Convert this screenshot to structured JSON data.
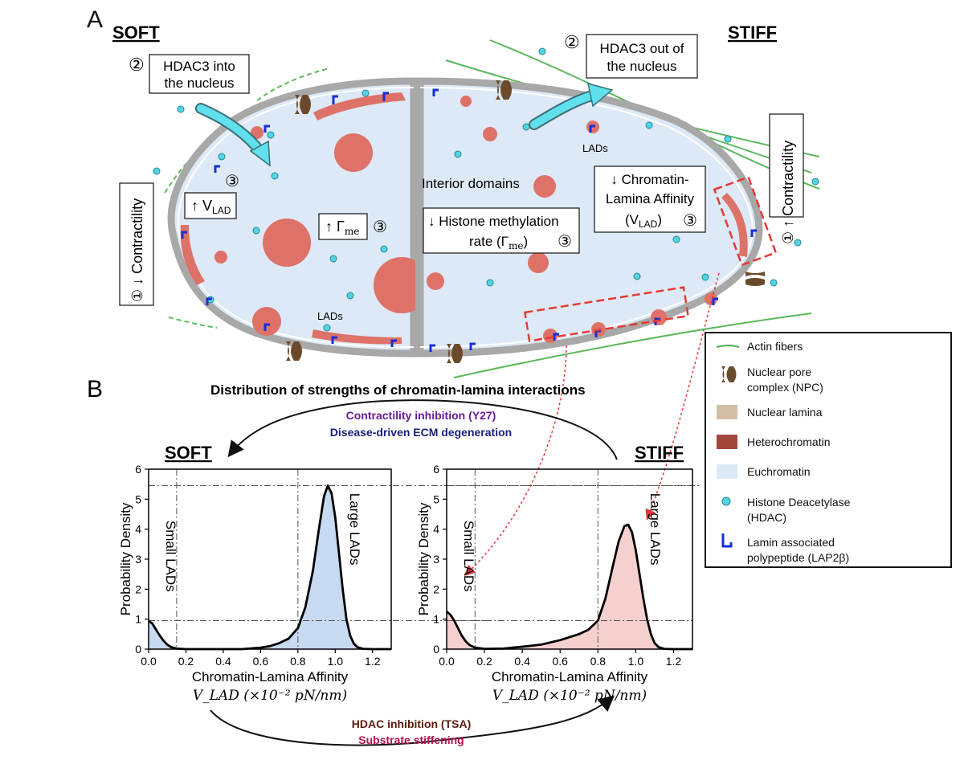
{
  "panel_a": {
    "label": "A",
    "soft_title": "SOFT",
    "stiff_title": "STIFF",
    "step2_soft_num": "②",
    "step2_soft_line1": "HDAC3 into",
    "step2_soft_line2": "the nucleus",
    "step2_stiff_num": "②",
    "step2_stiff_line1": "HDAC3 out of",
    "step2_stiff_line2": "the nucleus",
    "soft_contractility": "① ↓ Contractility",
    "stiff_contractility": "① ↑ Contractility",
    "vlad_up": "↑ V",
    "vlad_up_sub": "LAD",
    "gamma_up": "↑ Γ",
    "gamma_up_sub": "me",
    "step3": "③",
    "interior_domains": "Interior domains",
    "histone_line1": "↓ Histone methylation",
    "histone_line2": "rate (Γ",
    "histone_sub": "me",
    "histone_close": ")",
    "chromatin_line1": "↓ Chromatin-",
    "chromatin_line2": "Lamina Affinity",
    "chromatin_line3": "(V",
    "chromatin_sub": "LAD",
    "chromatin_close": ")",
    "lads_soft": "LADs",
    "lads_stiff": "LADs"
  },
  "legend": {
    "items": [
      {
        "line1": "Actin fibers",
        "line2": "",
        "icon": "actin-line",
        "color": "#4caf50"
      },
      {
        "line1": "Nuclear pore",
        "line2": "complex (NPC)",
        "icon": "npc",
        "color": "#6b4a2b"
      },
      {
        "line1": "Nuclear lamina",
        "line2": "",
        "icon": "swatch",
        "color": "#d2bea5"
      },
      {
        "line1": "Heterochromatin",
        "line2": "",
        "icon": "swatch",
        "color": "#a5463c"
      },
      {
        "line1": "Euchromatin",
        "line2": "",
        "icon": "swatch",
        "color": "#dde9f6"
      },
      {
        "line1": "Histone Deacetylase",
        "line2": "(HDAC)",
        "icon": "dot",
        "color": "#55d3e0"
      },
      {
        "line1": "Lamin associated",
        "line2": "polypeptide (LAP2β)",
        "icon": "hook",
        "color": "#1530d8"
      }
    ]
  },
  "panel_b": {
    "label": "B",
    "title": "Distribution of strengths of chromatin-lamina interactions",
    "top_arrow_line1": "Contractility inhibition (Y27)",
    "top_arrow_line2": "Disease-driven ECM degeneration",
    "bottom_arrow_line1": "HDAC inhibition (TSA)",
    "bottom_arrow_line2": "Substrate stiffening",
    "colors": {
      "purple": "#6a1b9a",
      "navy": "#1a237e",
      "brown": "#5d1a0f",
      "magenta": "#b0154f"
    }
  },
  "chart_data": [
    {
      "type": "area",
      "title": "SOFT",
      "xlabel": "Chromatin-Lamina Affinity",
      "xunit": "V_LAD (×10⁻² pN/nm)",
      "ylabel": "Probability Density",
      "xlim": [
        0,
        1.3
      ],
      "ylim": [
        0,
        6
      ],
      "xticks": [
        "0.0",
        "0.2",
        "0.4",
        "0.6",
        "0.8",
        "1.0",
        "1.2"
      ],
      "yticks": [
        "0",
        "1",
        "2",
        "3",
        "4",
        "5",
        "6"
      ],
      "annotations": [
        "Small LADs",
        "Large LADs"
      ],
      "ref_vlines": [
        0.15,
        0.8
      ],
      "ref_hlines": [
        0.95,
        5.45
      ],
      "fill_color": "#c8d9f2",
      "x": [
        0.0,
        0.02,
        0.04,
        0.06,
        0.08,
        0.1,
        0.12,
        0.15,
        0.2,
        0.3,
        0.4,
        0.5,
        0.6,
        0.65,
        0.7,
        0.75,
        0.8,
        0.84,
        0.88,
        0.91,
        0.94,
        0.96,
        0.98,
        1.0,
        1.02,
        1.04,
        1.06,
        1.08,
        1.1,
        1.12,
        1.15,
        1.2,
        1.3
      ],
      "y": [
        0.95,
        0.85,
        0.65,
        0.45,
        0.28,
        0.15,
        0.07,
        0.02,
        0.0,
        0.0,
        0.0,
        0.0,
        0.05,
        0.1,
        0.2,
        0.35,
        0.7,
        1.4,
        2.6,
        3.9,
        5.1,
        5.45,
        5.2,
        4.4,
        3.2,
        2.0,
        1.0,
        0.45,
        0.18,
        0.06,
        0.01,
        0.0,
        0.0
      ]
    },
    {
      "type": "area",
      "title": "STIFF",
      "xlabel": "Chromatin-Lamina Affinity",
      "xunit": "V_LAD (×10⁻² pN/nm)",
      "ylabel": "Probability Density",
      "xlim": [
        0,
        1.3
      ],
      "ylim": [
        0,
        6
      ],
      "xticks": [
        "0.0",
        "0.2",
        "0.4",
        "0.6",
        "0.8",
        "1.0",
        "1.2"
      ],
      "yticks": [
        "0",
        "1",
        "2",
        "3",
        "4",
        "5",
        "6"
      ],
      "annotations": [
        "Small LADs",
        "Large LADs"
      ],
      "ref_vlines": [
        0.15,
        0.8
      ],
      "ref_hlines": [
        0.95,
        5.45
      ],
      "fill_color": "#f6cfcf",
      "x": [
        0.0,
        0.02,
        0.04,
        0.06,
        0.08,
        0.1,
        0.12,
        0.15,
        0.2,
        0.3,
        0.4,
        0.5,
        0.6,
        0.65,
        0.7,
        0.75,
        0.8,
        0.84,
        0.88,
        0.91,
        0.94,
        0.96,
        0.98,
        1.0,
        1.02,
        1.04,
        1.06,
        1.08,
        1.1,
        1.12,
        1.15,
        1.2,
        1.3
      ],
      "y": [
        1.25,
        1.15,
        0.95,
        0.7,
        0.45,
        0.27,
        0.14,
        0.05,
        0.01,
        0.02,
        0.08,
        0.15,
        0.3,
        0.4,
        0.5,
        0.65,
        0.95,
        1.7,
        2.8,
        3.6,
        4.1,
        4.15,
        3.9,
        3.3,
        2.5,
        1.7,
        1.0,
        0.5,
        0.2,
        0.07,
        0.01,
        0.0,
        0.0
      ]
    }
  ]
}
